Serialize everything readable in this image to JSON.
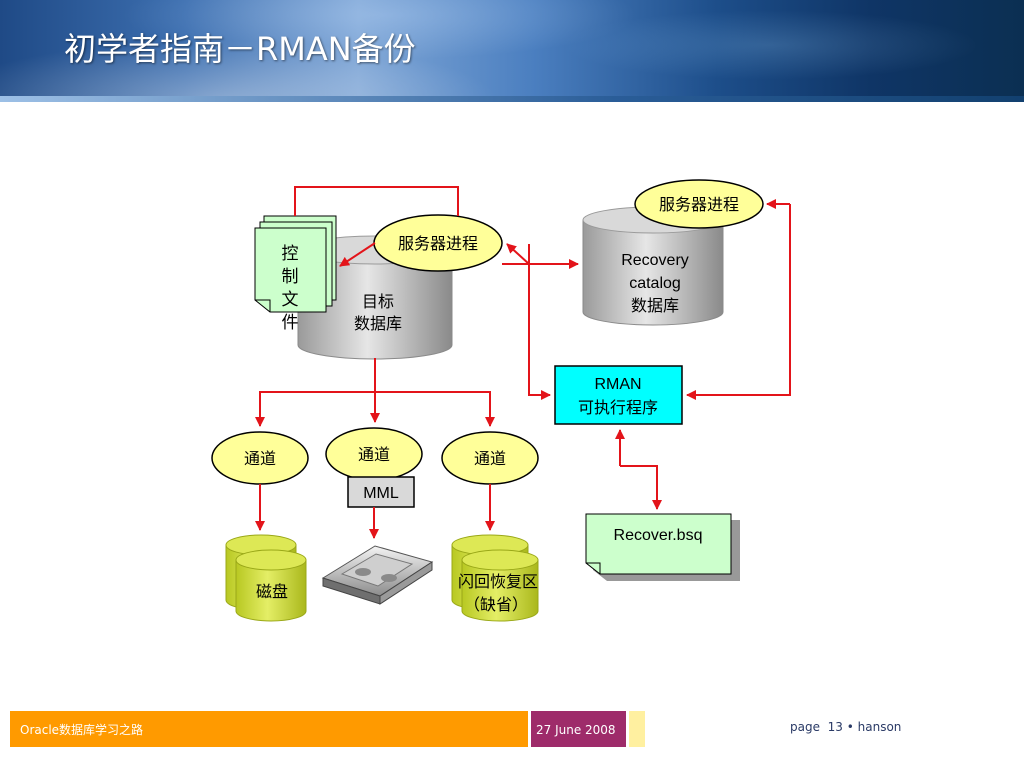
{
  "slide": {
    "title": "初学者指南－RMAN备份"
  },
  "diagram": {
    "control_file": [
      "控",
      "制",
      "文",
      "件"
    ],
    "target_db": [
      "目标",
      "数据库"
    ],
    "server_process_target": "服务器进程",
    "server_process_catalog": "服务器进程",
    "recovery_catalog": [
      "Recovery",
      "catalog",
      "数据库"
    ],
    "rman_executable": [
      "RMAN",
      "可执行程序"
    ],
    "recover_file": "Recover.bsq",
    "channels": [
      "通道",
      "通道",
      "通道"
    ],
    "mml": "MML",
    "disk": "磁盘",
    "flash_recovery": [
      "闪回恢复区",
      "（缺省）"
    ]
  },
  "colors": {
    "arrow_red": "#e3141a",
    "ellipse_fill": "#ffff99",
    "rman_box": "#00ffff",
    "disk_fill": "#ccdd33",
    "doc_fill": "#ccffcc"
  },
  "footer": {
    "course": "Oracle数据库学习之路",
    "date": "27 June 2008",
    "page_label": "page",
    "page_number": "13",
    "separator": "•",
    "author": "hanson"
  }
}
